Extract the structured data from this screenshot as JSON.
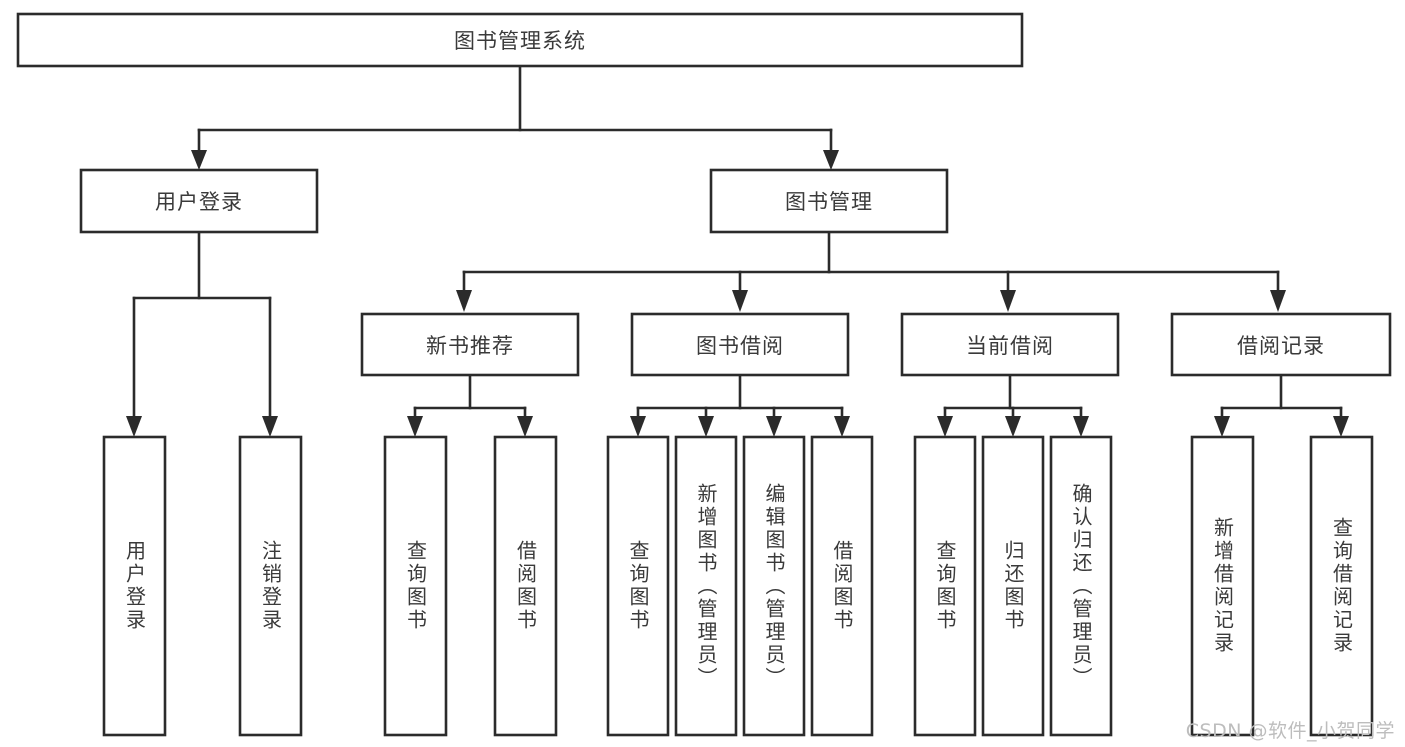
{
  "diagram": {
    "title": "图书管理系统",
    "type": "tree",
    "orientation": "top-down",
    "colors": {
      "box_fill": "#ffffff",
      "box_stroke": "#2b2b2b",
      "text": "#3a3a3a",
      "background": "#ffffff",
      "watermark": "#bdbdbd"
    },
    "nodes": {
      "root": {
        "label": "图书管理系统",
        "level": 1,
        "orientation": "horizontal"
      },
      "l2": [
        {
          "id": "user-login",
          "label": "用户登录",
          "level": 2,
          "orientation": "horizontal"
        },
        {
          "id": "book-manage",
          "label": "图书管理",
          "level": 2,
          "orientation": "horizontal"
        }
      ],
      "l3": [
        {
          "id": "new-book-recommend",
          "label": "新书推荐",
          "level": 3,
          "orientation": "horizontal"
        },
        {
          "id": "book-borrow",
          "label": "图书借阅",
          "level": 3,
          "orientation": "horizontal"
        },
        {
          "id": "current-borrow",
          "label": "当前借阅",
          "level": 3,
          "orientation": "horizontal"
        },
        {
          "id": "borrow-record",
          "label": "借阅记录",
          "level": 3,
          "orientation": "horizontal"
        }
      ],
      "leaves": [
        {
          "id": "leaf-user-login",
          "label": "用户登录",
          "parent": "user-login",
          "orientation": "vertical"
        },
        {
          "id": "leaf-user-logout",
          "label": "注销登录",
          "parent": "user-login",
          "orientation": "vertical"
        },
        {
          "id": "leaf-query-book-1",
          "label": "查询图书",
          "parent": "new-book-recommend",
          "orientation": "vertical"
        },
        {
          "id": "leaf-borrow-book-1",
          "label": "借阅图书",
          "parent": "new-book-recommend",
          "orientation": "vertical"
        },
        {
          "id": "leaf-query-book-2",
          "label": "查询图书",
          "parent": "book-borrow",
          "orientation": "vertical"
        },
        {
          "id": "leaf-add-book",
          "label": "新增图书（管理员）",
          "parent": "book-borrow",
          "orientation": "vertical"
        },
        {
          "id": "leaf-edit-book",
          "label": "编辑图书（管理员）",
          "parent": "book-borrow",
          "orientation": "vertical"
        },
        {
          "id": "leaf-borrow-book-2",
          "label": "借阅图书",
          "parent": "book-borrow",
          "orientation": "vertical"
        },
        {
          "id": "leaf-query-book-3",
          "label": "查询图书",
          "parent": "current-borrow",
          "orientation": "vertical"
        },
        {
          "id": "leaf-return-book",
          "label": "归还图书",
          "parent": "current-borrow",
          "orientation": "vertical"
        },
        {
          "id": "leaf-confirm-return",
          "label": "确认归还（管理员）",
          "parent": "current-borrow",
          "orientation": "vertical"
        },
        {
          "id": "leaf-add-record",
          "label": "新增借阅记录",
          "parent": "borrow-record",
          "orientation": "vertical"
        },
        {
          "id": "leaf-query-record",
          "label": "查询借阅记录",
          "parent": "borrow-record",
          "orientation": "vertical"
        }
      ]
    },
    "edges": [
      {
        "from": "root",
        "to": "user-login"
      },
      {
        "from": "root",
        "to": "book-manage"
      },
      {
        "from": "user-login",
        "to": "leaf-user-login"
      },
      {
        "from": "user-login",
        "to": "leaf-user-logout"
      },
      {
        "from": "book-manage",
        "to": "new-book-recommend"
      },
      {
        "from": "book-manage",
        "to": "book-borrow"
      },
      {
        "from": "book-manage",
        "to": "current-borrow"
      },
      {
        "from": "book-manage",
        "to": "borrow-record"
      },
      {
        "from": "new-book-recommend",
        "to": "leaf-query-book-1"
      },
      {
        "from": "new-book-recommend",
        "to": "leaf-borrow-book-1"
      },
      {
        "from": "book-borrow",
        "to": "leaf-query-book-2"
      },
      {
        "from": "book-borrow",
        "to": "leaf-add-book"
      },
      {
        "from": "book-borrow",
        "to": "leaf-edit-book"
      },
      {
        "from": "book-borrow",
        "to": "leaf-borrow-book-2"
      },
      {
        "from": "current-borrow",
        "to": "leaf-query-book-3"
      },
      {
        "from": "current-borrow",
        "to": "leaf-return-book"
      },
      {
        "from": "current-borrow",
        "to": "leaf-confirm-return"
      },
      {
        "from": "borrow-record",
        "to": "leaf-add-record"
      },
      {
        "from": "borrow-record",
        "to": "leaf-query-record"
      }
    ]
  },
  "watermark": {
    "text": "CSDN @软件_小贺同学"
  }
}
